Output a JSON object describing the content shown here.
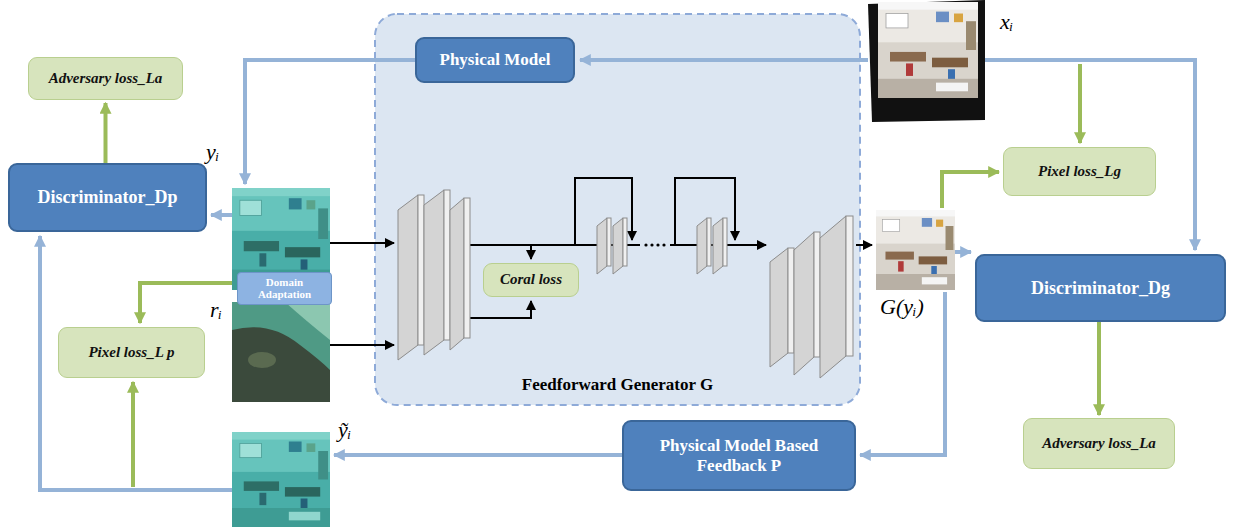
{
  "diagram": {
    "nodes": [
      {
        "text": [
          "Physical Model"
        ]
      },
      {
        "text": [
          "Adversary loss_La"
        ]
      },
      {
        "text": [
          "Pixel loss_Lg"
        ]
      },
      {
        "text": [
          "Discriminator_Dp"
        ]
      },
      {
        "text": [
          "Feedforward Generator G"
        ]
      },
      {
        "text": [
          "Coral loss"
        ],
        "in": 4
      },
      {
        "text": [
          "Discriminator_Dg"
        ]
      },
      {
        "text": [
          "Domain Adaptation"
        ]
      },
      {
        "text": [
          "Pixel loss_L p"
        ]
      },
      {
        "text": [
          "Adversary loss_La"
        ]
      },
      {
        "text": [
          "Physical Model Based Feedback P"
        ]
      }
    ],
    "edges": [
      {
        "from": 3,
        "to": 1,
        "arrow": "to"
      },
      {
        "from": 6,
        "to": 9,
        "arrow": "to"
      }
    ],
    "labels": [
      "xᵢ",
      "yᵢ",
      "rᵢ",
      "G(yᵢ)",
      "ỹᵢ"
    ]
  }
}
